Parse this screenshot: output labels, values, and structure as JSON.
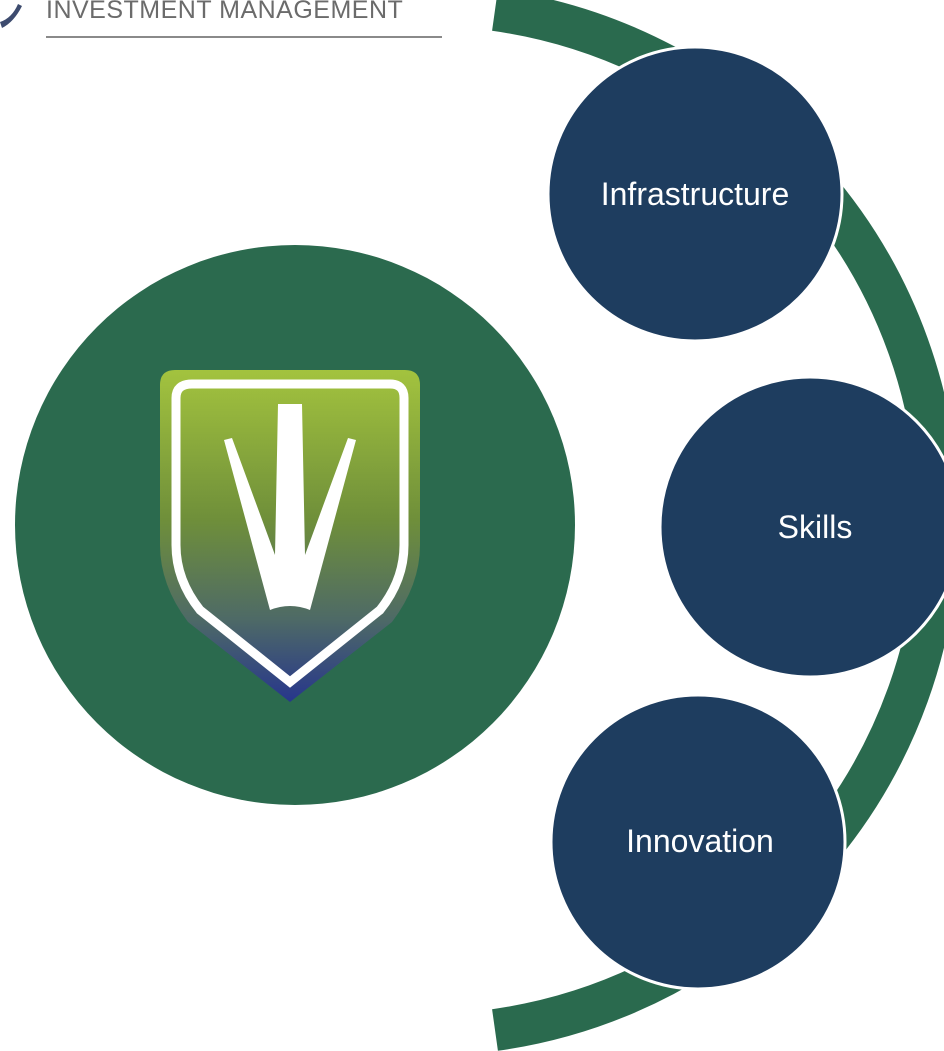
{
  "header": {
    "company_subtitle": "INVESTMENT MANAGEMENT"
  },
  "colors": {
    "arc": "#2a6a4e",
    "center_circle": "#2b6a4e",
    "node_fill": "#1e3d5f",
    "node_stroke": "#ffffff",
    "node_text": "#ffffff",
    "shield_top": "#9dbd3c",
    "shield_mid": "#6e8f3a",
    "shield_bottom": "#2b3e8a",
    "rule_line": "#8a8a8a"
  },
  "center": {
    "logo_icon": "shield-logo-icon"
  },
  "nodes": [
    {
      "label": "Infrastructure"
    },
    {
      "label": "Skills"
    },
    {
      "label": "Innovation"
    }
  ]
}
